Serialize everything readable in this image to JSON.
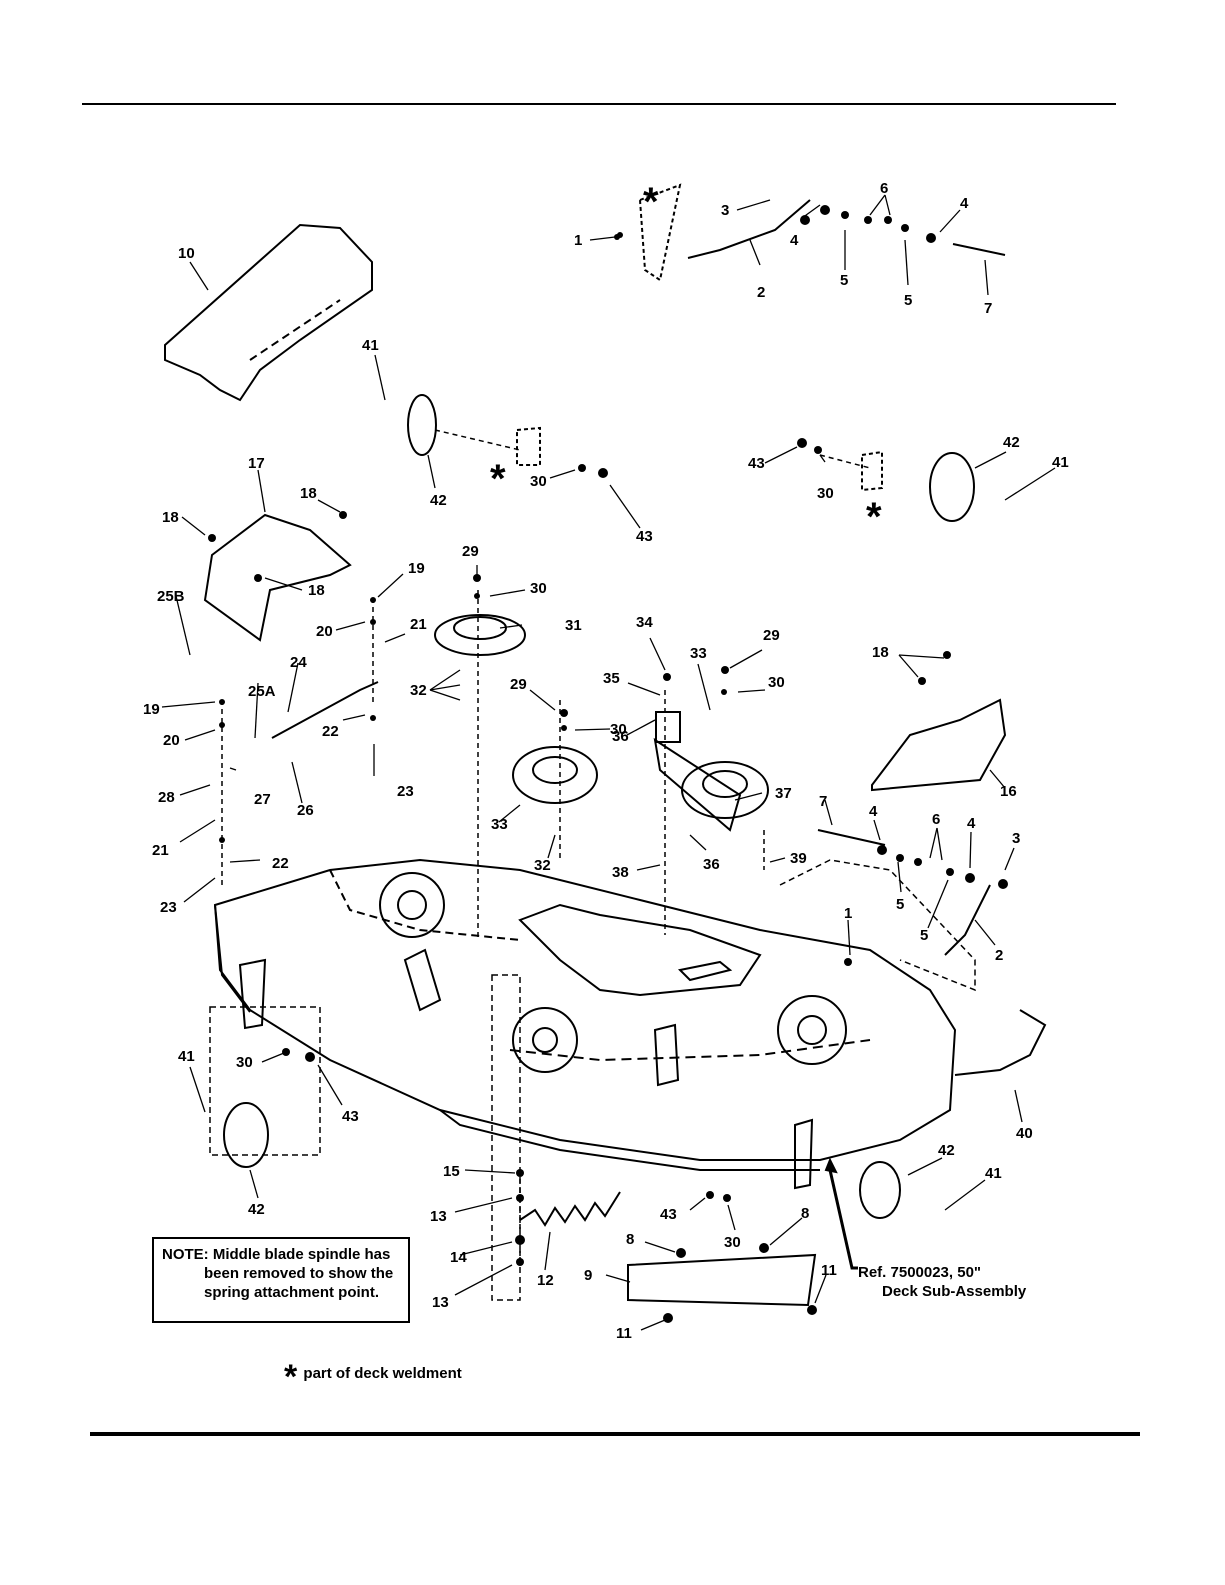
{
  "note": {
    "line1": "NOTE: Middle blade spindle has",
    "line2": "been removed to show the",
    "line3": "spring attachment point."
  },
  "legend": {
    "symbol": "*",
    "text": "part of deck weldment"
  },
  "reference": {
    "line1": "Ref. 7500023, 50\"",
    "line2": "Deck Sub-Assembly"
  },
  "callouts": [
    {
      "id": "c-1a",
      "text": "1"
    },
    {
      "id": "c-2a",
      "text": "2"
    },
    {
      "id": "c-3a",
      "text": "3"
    },
    {
      "id": "c-4a",
      "text": "4"
    },
    {
      "id": "c-5a",
      "text": "5"
    },
    {
      "id": "c-6a",
      "text": "6"
    },
    {
      "id": "c-5b",
      "text": "5"
    },
    {
      "id": "c-4b",
      "text": "4"
    },
    {
      "id": "c-7a",
      "text": "7"
    },
    {
      "id": "c-10",
      "text": "10"
    },
    {
      "id": "c-41a",
      "text": "41"
    },
    {
      "id": "c-42a",
      "text": "42"
    },
    {
      "id": "c-30a",
      "text": "30"
    },
    {
      "id": "c-43a",
      "text": "43"
    },
    {
      "id": "c-43b",
      "text": "43"
    },
    {
      "id": "c-30b",
      "text": "30"
    },
    {
      "id": "c-42b",
      "text": "42"
    },
    {
      "id": "c-41b",
      "text": "41"
    },
    {
      "id": "c-17",
      "text": "17"
    },
    {
      "id": "c-18a",
      "text": "18"
    },
    {
      "id": "c-18b",
      "text": "18"
    },
    {
      "id": "c-18c",
      "text": "18"
    },
    {
      "id": "c-25b",
      "text": "25B"
    },
    {
      "id": "c-19a",
      "text": "19"
    },
    {
      "id": "c-20a",
      "text": "20"
    },
    {
      "id": "c-21a",
      "text": "21"
    },
    {
      "id": "c-24",
      "text": "24"
    },
    {
      "id": "c-22a",
      "text": "22"
    },
    {
      "id": "c-23a",
      "text": "23"
    },
    {
      "id": "c-25a",
      "text": "25A"
    },
    {
      "id": "c-19b",
      "text": "19"
    },
    {
      "id": "c-20b",
      "text": "20"
    },
    {
      "id": "c-28",
      "text": "28"
    },
    {
      "id": "c-27",
      "text": "27"
    },
    {
      "id": "c-26",
      "text": "26"
    },
    {
      "id": "c-21b",
      "text": "21"
    },
    {
      "id": "c-22b",
      "text": "22"
    },
    {
      "id": "c-23b",
      "text": "23"
    },
    {
      "id": "c-29a",
      "text": "29"
    },
    {
      "id": "c-30c",
      "text": "30"
    },
    {
      "id": "c-31",
      "text": "31"
    },
    {
      "id": "c-32a",
      "text": "32"
    },
    {
      "id": "c-29b",
      "text": "29"
    },
    {
      "id": "c-30d",
      "text": "30"
    },
    {
      "id": "c-33a",
      "text": "33"
    },
    {
      "id": "c-32b",
      "text": "32"
    },
    {
      "id": "c-34",
      "text": "34"
    },
    {
      "id": "c-35",
      "text": "35"
    },
    {
      "id": "c-36a",
      "text": "36"
    },
    {
      "id": "c-33b",
      "text": "33"
    },
    {
      "id": "c-29c",
      "text": "29"
    },
    {
      "id": "c-30e",
      "text": "30"
    },
    {
      "id": "c-37",
      "text": "37"
    },
    {
      "id": "c-36b",
      "text": "36"
    },
    {
      "id": "c-38",
      "text": "38"
    },
    {
      "id": "c-39",
      "text": "39"
    },
    {
      "id": "c-18d",
      "text": "18"
    },
    {
      "id": "c-16",
      "text": "16"
    },
    {
      "id": "c-7b",
      "text": "7"
    },
    {
      "id": "c-4c",
      "text": "4"
    },
    {
      "id": "c-6b",
      "text": "6"
    },
    {
      "id": "c-4d",
      "text": "4"
    },
    {
      "id": "c-3b",
      "text": "3"
    },
    {
      "id": "c-5c",
      "text": "5"
    },
    {
      "id": "c-5d",
      "text": "5"
    },
    {
      "id": "c-2b",
      "text": "2"
    },
    {
      "id": "c-1b",
      "text": "1"
    },
    {
      "id": "c-40",
      "text": "40"
    },
    {
      "id": "c-41c",
      "text": "41"
    },
    {
      "id": "c-30f",
      "text": "30"
    },
    {
      "id": "c-43c",
      "text": "43"
    },
    {
      "id": "c-42c",
      "text": "42"
    },
    {
      "id": "c-15",
      "text": "15"
    },
    {
      "id": "c-13a",
      "text": "13"
    },
    {
      "id": "c-14",
      "text": "14"
    },
    {
      "id": "c-13b",
      "text": "13"
    },
    {
      "id": "c-12",
      "text": "12"
    },
    {
      "id": "c-43d",
      "text": "43"
    },
    {
      "id": "c-30g",
      "text": "30"
    },
    {
      "id": "c-8a",
      "text": "8"
    },
    {
      "id": "c-8b",
      "text": "8"
    },
    {
      "id": "c-9",
      "text": "9"
    },
    {
      "id": "c-11a",
      "text": "11"
    },
    {
      "id": "c-11b",
      "text": "11"
    },
    {
      "id": "c-42d",
      "text": "42"
    },
    {
      "id": "c-41d",
      "text": "41"
    }
  ]
}
